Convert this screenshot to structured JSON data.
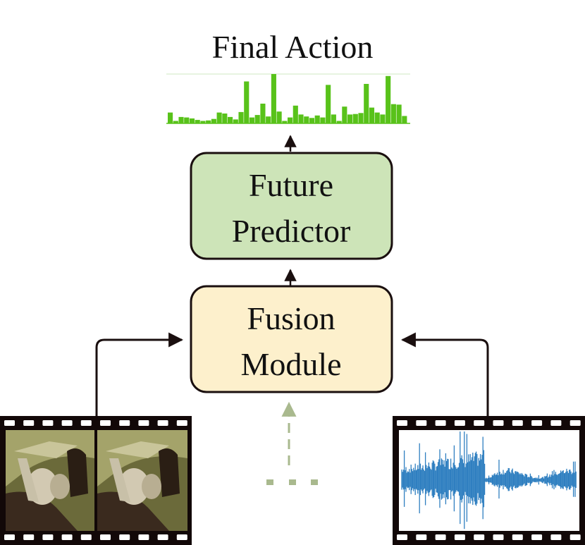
{
  "title": "Final Action",
  "future_predictor": {
    "line1": "Future",
    "line2": "Predictor"
  },
  "fusion_module": {
    "line1": "Fusion",
    "line2": "Module"
  },
  "colors": {
    "predictor_fill": "#cde4b8",
    "fusion_fill": "#fdf0cc",
    "box_stroke": "#1a0f0f",
    "bar_green": "#58c21a",
    "arrow": "#1a0f0f",
    "dashed_arrow": "#a9b98e",
    "film": "#120808",
    "waveform": "#2f7fc0"
  },
  "bar_values": [
    0.22,
    0.05,
    0.13,
    0.12,
    0.1,
    0.07,
    0.05,
    0.06,
    0.09,
    0.22,
    0.2,
    0.13,
    0.08,
    0.23,
    0.85,
    0.12,
    0.17,
    0.4,
    0.14,
    1.0,
    0.24,
    0.05,
    0.12,
    0.36,
    0.18,
    0.14,
    0.11,
    0.16,
    0.12,
    0.78,
    0.18,
    0.05,
    0.34,
    0.18,
    0.19,
    0.21,
    0.8,
    0.32,
    0.22,
    0.18,
    0.96,
    0.39,
    0.38,
    0.15
  ],
  "icons": {
    "video": "video-frames-icon",
    "audio": "audio-waveform-icon",
    "more": "ellipsis-icon"
  }
}
